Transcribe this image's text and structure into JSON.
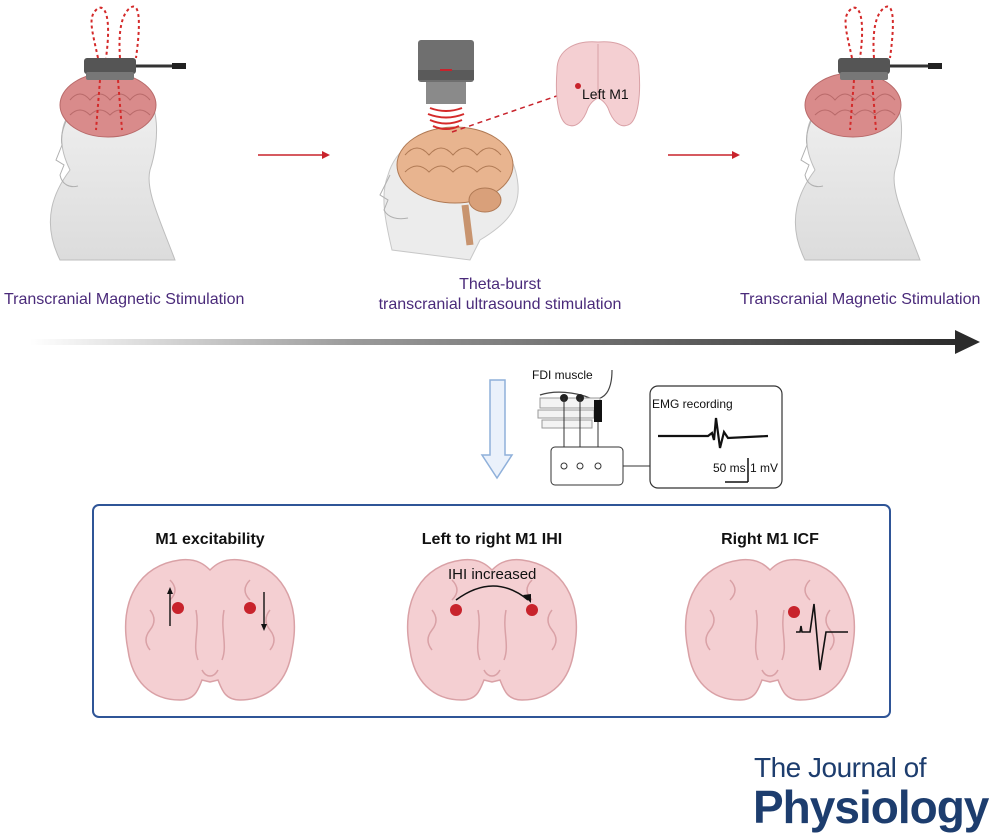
{
  "labels": {
    "left_tms": "Transcranial Magnetic Stimulation",
    "center_line1": "Theta-burst",
    "center_line2": "transcranial ultrasound stimulation",
    "right_tms": "Transcranial Magnetic Stimulation",
    "target": "Left M1",
    "fdi": "FDI muscle",
    "emg": "EMG recording",
    "scale_time": "50 ms",
    "scale_amp": "1 mV"
  },
  "panels": [
    {
      "title": "M1 excitability"
    },
    {
      "title": "Left to right M1 IHI",
      "note": "IHI increased"
    },
    {
      "title": "Right M1 ICF"
    }
  ],
  "journal": {
    "line1": "The Journal of",
    "line2": "Physiology"
  },
  "colors": {
    "accent_red": "#c8232c",
    "text_purple": "#4a2a7a",
    "box_blue": "#2f5597",
    "brain_pink": "#f2c4c8",
    "journal_navy": "#1d3d6e"
  }
}
